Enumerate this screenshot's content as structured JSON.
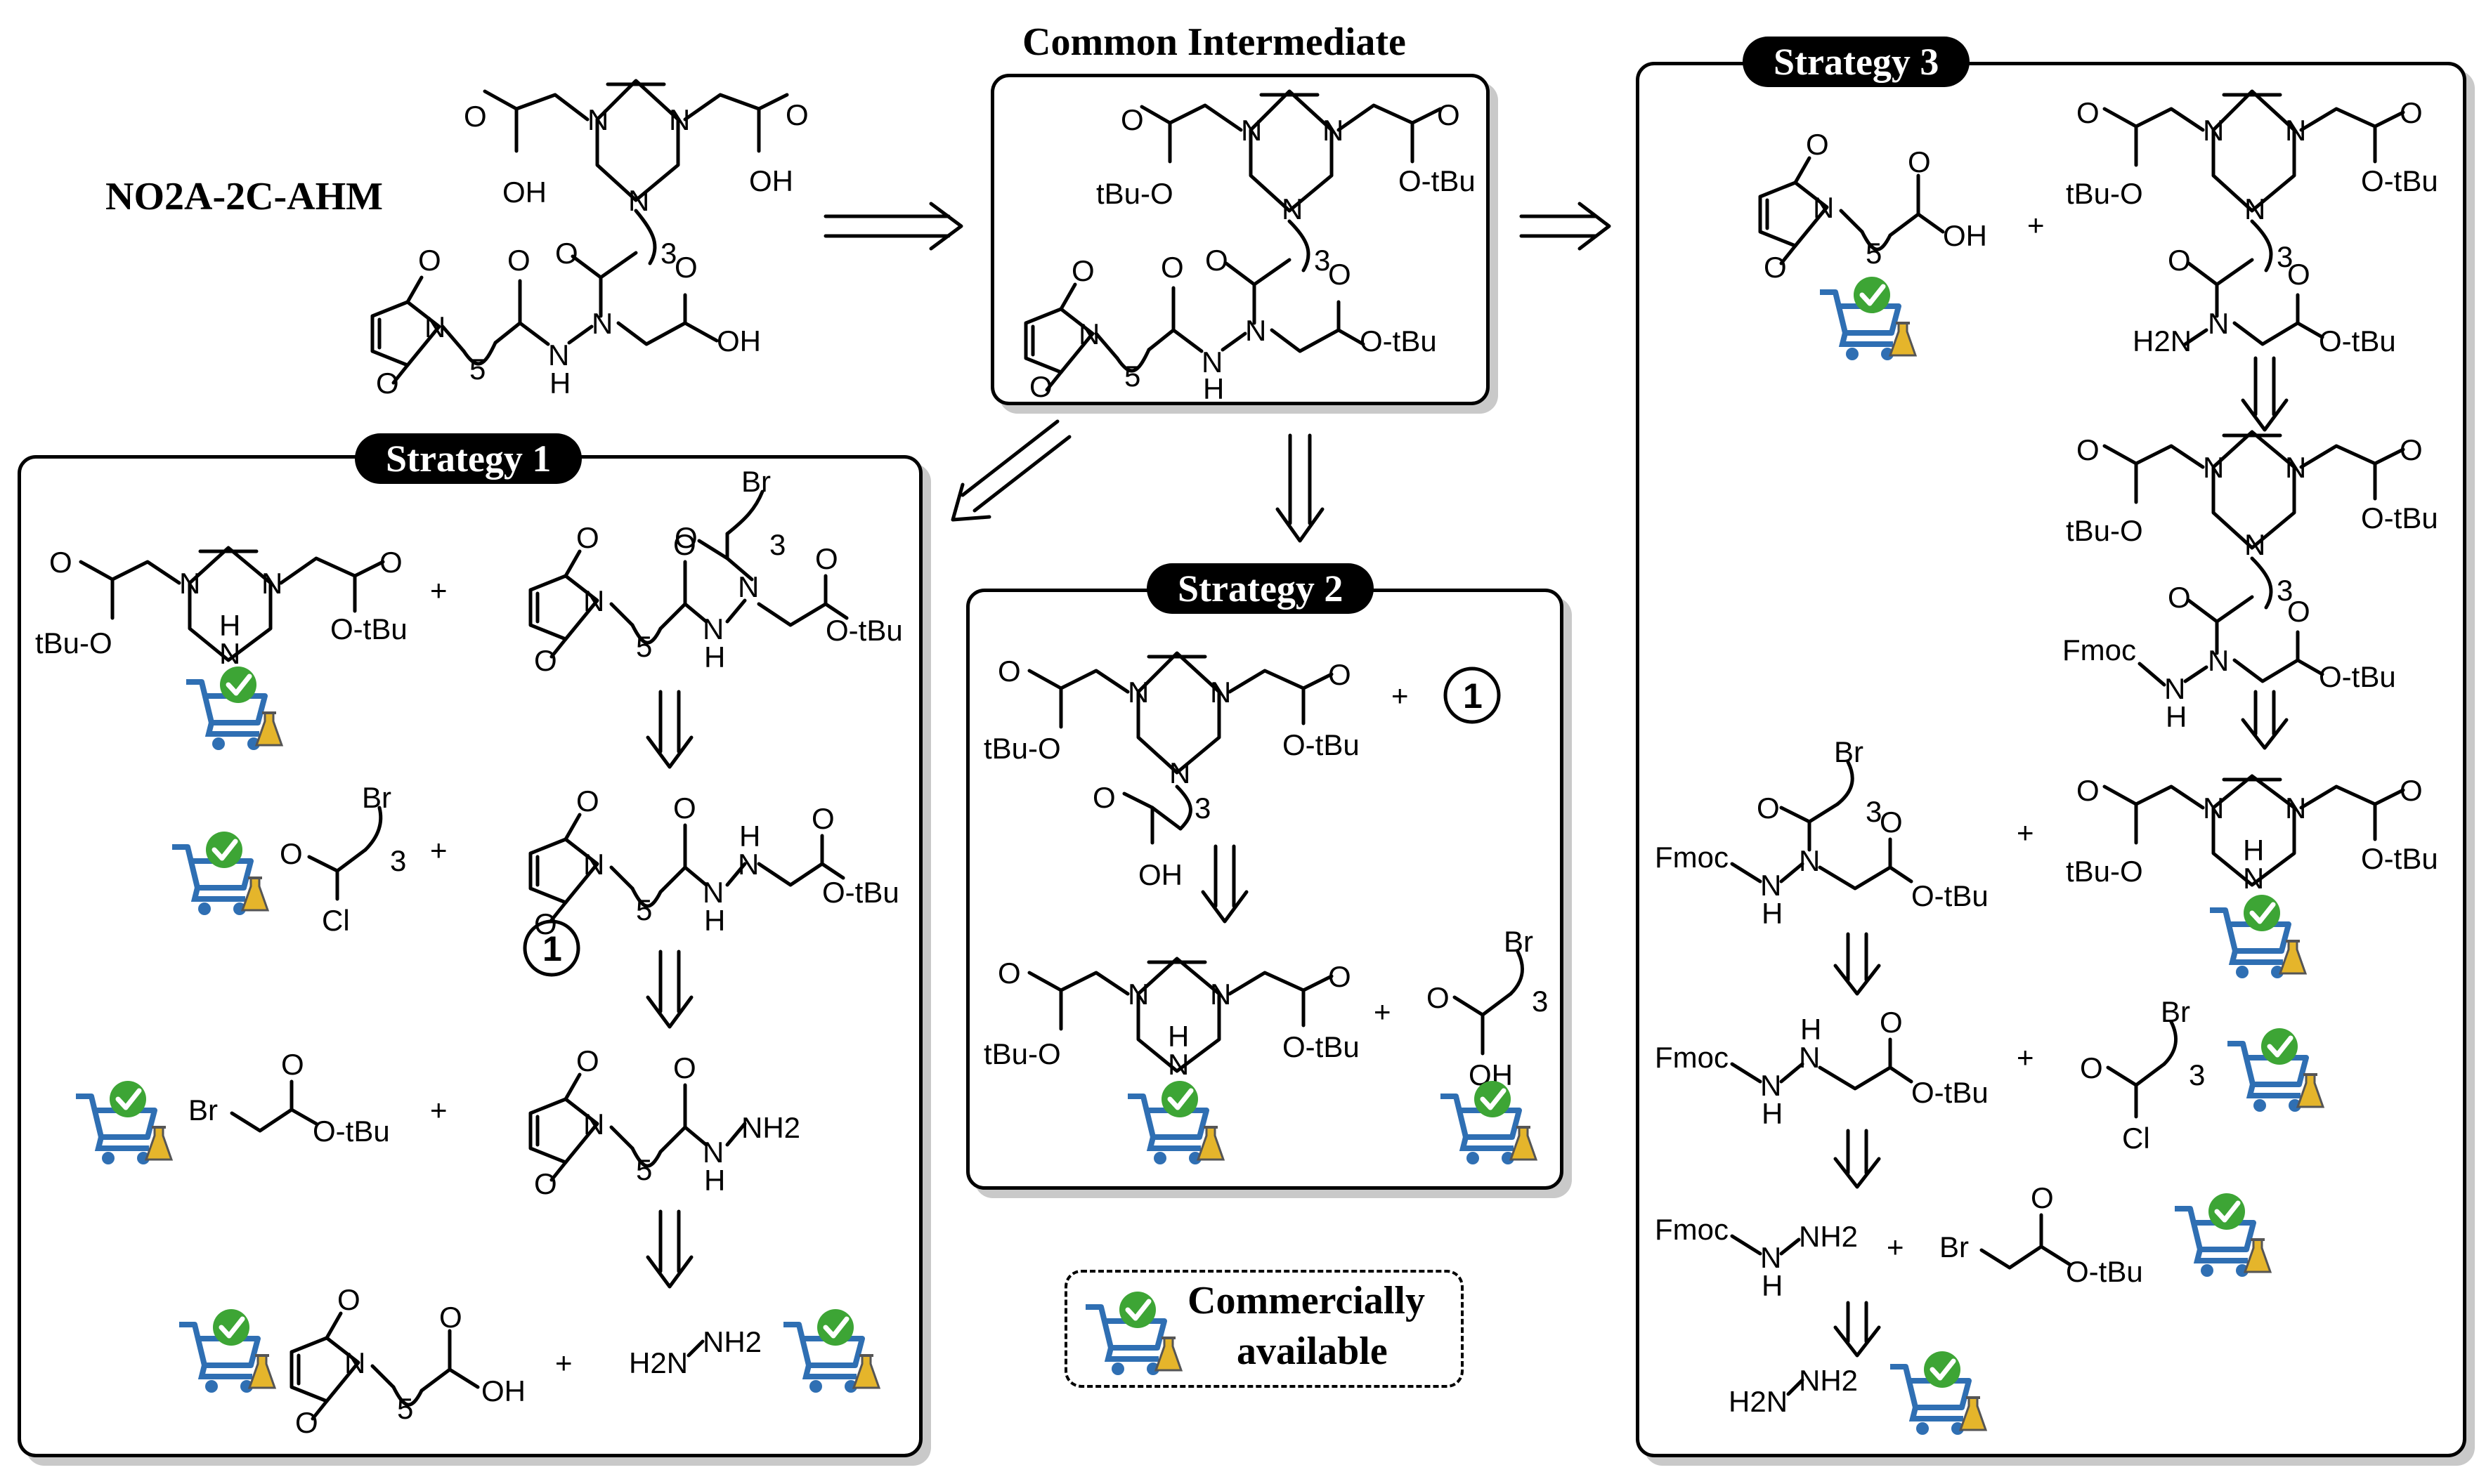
{
  "title": "NO2A-2C-AHM",
  "intermediate_title": "Common Intermediate",
  "strategies": [
    {
      "label": "Strategy 1"
    },
    {
      "label": "Strategy 2"
    },
    {
      "label": "Strategy 3"
    }
  ],
  "compound_ref": "1",
  "legend": {
    "line1": "Commercially",
    "line2": "available"
  },
  "atoms": {
    "oh": "OH",
    "o": "O",
    "n": "N",
    "h": "H",
    "br": "Br",
    "cl": "Cl",
    "o_tbu": "O-tBu",
    "tbu_o": "tBu-O",
    "sub5": "5",
    "sub3": "3",
    "nh2": "NH2",
    "h2n": "H2N",
    "fmoc": "Fmoc",
    "plus": "+"
  },
  "colors": {
    "ink": "#000000",
    "cart_blue": "#2f6fb3",
    "check_green": "#3da535",
    "flask_yellow": "#e5b52b",
    "shadow": "#c9c9c9"
  }
}
